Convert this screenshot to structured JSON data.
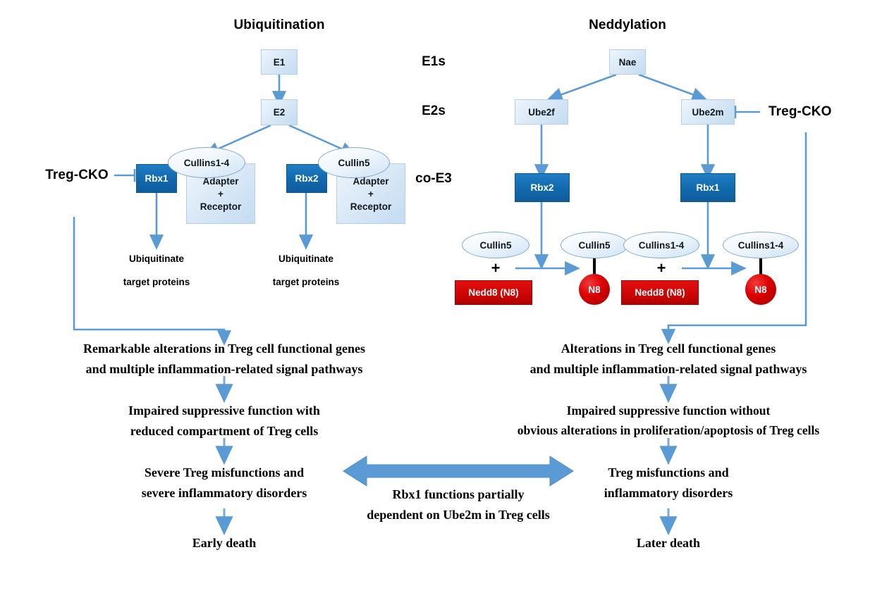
{
  "figure": {
    "type": "pathway-diagram",
    "panels": [
      "Ubiquitination",
      "Neddylation"
    ],
    "colors": {
      "pale_box": "#dbe9f7",
      "dark_box": "#1268ad",
      "red_box": "#cf0505",
      "arrow": "#5b9bd5",
      "ellipse": "#cfe3f5",
      "text": "#000000"
    }
  },
  "titles": {
    "left": "Ubiquitination",
    "right": "Neddylation"
  },
  "tier_labels": {
    "e1": "E1s",
    "e2": "E2s",
    "e3": "co-E3"
  },
  "left_panel": {
    "e1": "E1",
    "e2": "E2",
    "treg_cko": "Treg-CKO",
    "rbx1": "Rbx1",
    "rbx2": "Rbx2",
    "cullins14": "Cullins1-4",
    "cullin5": "Cullin5",
    "adapter_lines": [
      "Adapter",
      "+",
      "Receptor"
    ],
    "ubiq_left": [
      "Ubiquitinate",
      "target proteins"
    ],
    "ubiq_right": [
      "Ubiquitinate",
      "target proteins"
    ]
  },
  "right_panel": {
    "nae": "Nae",
    "ube2f": "Ube2f",
    "ube2m": "Ube2m",
    "treg_cko": "Treg-CKO",
    "rbx2": "Rbx2",
    "rbx1": "Rbx1",
    "cullin5_in": "Cullin5",
    "cullin5_out": "Cullin5",
    "cullins14_in": "Cullins1-4",
    "cullins14_out": "Cullins1-4",
    "plus": "+",
    "nedd8_a": "Nedd8 (N8)",
    "nedd8_b": "Nedd8 (N8)",
    "n8_a": "N8",
    "n8_b": "N8"
  },
  "conclusions": {
    "left": [
      {
        "lines": [
          "Remarkable alterations in Treg cell functional genes",
          "and multiple inflammation-related signal pathways"
        ]
      },
      {
        "lines": [
          "Impaired suppressive function with",
          "reduced compartment of Treg cells"
        ]
      },
      {
        "lines": [
          "Severe Treg misfunctions and",
          "severe inflammatory disorders"
        ]
      },
      {
        "lines": [
          "Early death"
        ]
      }
    ],
    "right": [
      {
        "lines": [
          "Alterations in Treg cell functional genes",
          "and multiple inflammation-related signal pathways"
        ]
      },
      {
        "lines": [
          "Impaired suppressive function without",
          "obvious alterations in proliferation/apoptosis of Treg cells"
        ]
      },
      {
        "lines": [
          "Treg misfunctions and",
          "inflammatory disorders"
        ]
      },
      {
        "lines": [
          "Later death"
        ]
      }
    ]
  },
  "center_link": {
    "lines": [
      "Rbx1 functions partially",
      "dependent on Ube2m in Treg cells"
    ],
    "arrow": "double-headed-horizontal-arrow"
  }
}
